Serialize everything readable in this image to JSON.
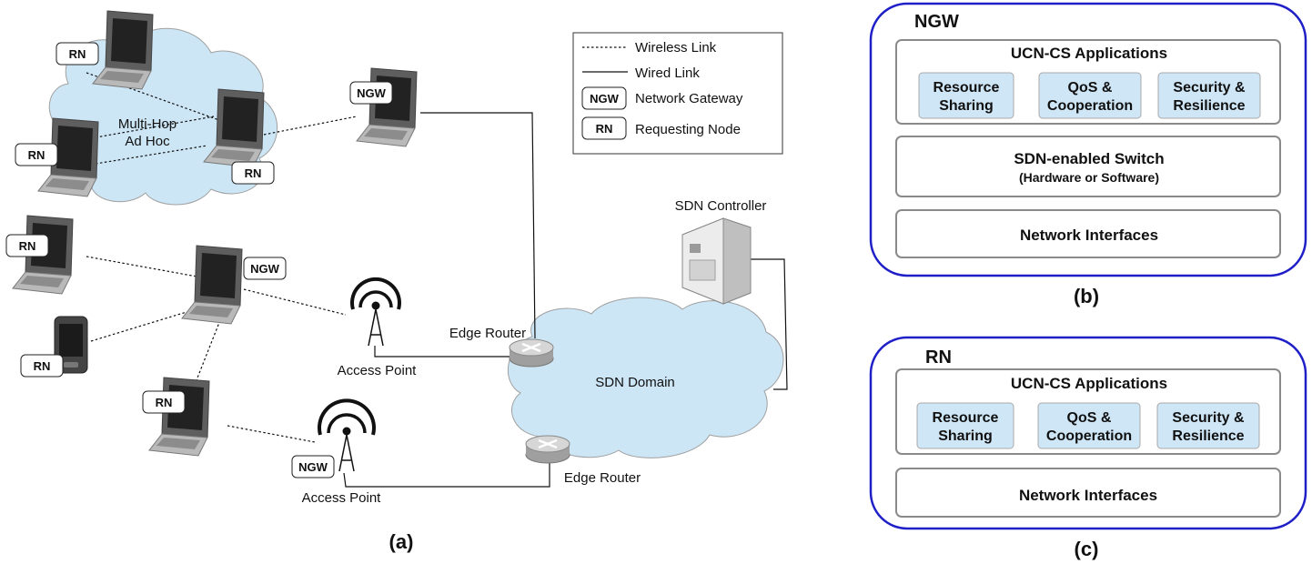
{
  "network": {
    "cloud_label_line1": "Multi-Hop",
    "cloud_label_line2": "Ad Hoc",
    "sdn_domain": "SDN Domain",
    "sdn_controller": "SDN Controller",
    "edge_router_1": "Edge Router",
    "edge_router_2": "Edge Router",
    "access_point_1": "Access Point",
    "access_point_2": "Access Point",
    "tag_rn": "RN",
    "tag_ngw": "NGW",
    "caption": "(a)"
  },
  "legend": {
    "wireless": "Wireless Link",
    "wired": "Wired Link",
    "ngw_tag": "NGW",
    "ngw_text": "Network Gateway",
    "rn_tag": "RN",
    "rn_text": "Requesting Node"
  },
  "ngw_stack": {
    "title": "NGW",
    "apps_title": "UCN-CS Applications",
    "app1_line1": "Resource",
    "app1_line2": "Sharing",
    "app2_line1": "QoS &",
    "app2_line2": "Cooperation",
    "app3_line1": "Security &",
    "app3_line2": "Resilience",
    "switch_line1": "SDN-enabled Switch",
    "switch_line2": "(Hardware or Software)",
    "interfaces": "Network Interfaces",
    "caption": "(b)"
  },
  "rn_stack": {
    "title": "RN",
    "apps_title": "UCN-CS Applications",
    "app1_line1": "Resource",
    "app1_line2": "Sharing",
    "app2_line1": "QoS &",
    "app2_line2": "Cooperation",
    "app3_line1": "Security &",
    "app3_line2": "Resilience",
    "interfaces": "Network Interfaces",
    "caption": "(c)"
  },
  "colors": {
    "cloud_fill": "#cde6f5",
    "cloud_stroke": "#9a9a9a",
    "stack_border": "#1f1fc8",
    "app_box_fill": "#cfe6f6",
    "layer_border": "#8a8a8a"
  }
}
